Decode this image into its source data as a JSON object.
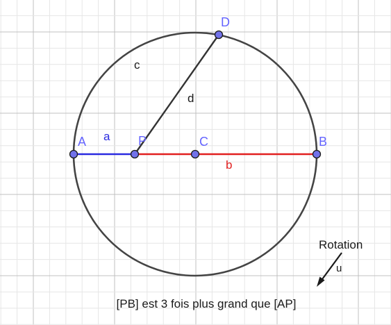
{
  "colors": {
    "grid_minor": "#e6e6e6",
    "grid_major": "#c0c0c0",
    "circle": "#444444",
    "point_fill": "#7272ea",
    "point_stroke": "#1a1a1a",
    "point_label": "#6464ff",
    "segment_ap": "#2a2ae0",
    "segment_pb": "#e11f1f",
    "segment_pd": "#333333",
    "text": "#1a1a1a"
  },
  "points": {
    "A": {
      "label": "A"
    },
    "P": {
      "label": "P"
    },
    "C": {
      "label": "C"
    },
    "B": {
      "label": "B"
    },
    "D": {
      "label": "D"
    }
  },
  "segments": {
    "a": {
      "label": "a"
    },
    "b": {
      "label": "b"
    },
    "c": {
      "label": "c"
    },
    "d": {
      "label": "d"
    }
  },
  "rotation": {
    "label": "Rotation",
    "vector_label": "u"
  },
  "caption": "[PB] est 3 fois plus grand que [AP]"
}
